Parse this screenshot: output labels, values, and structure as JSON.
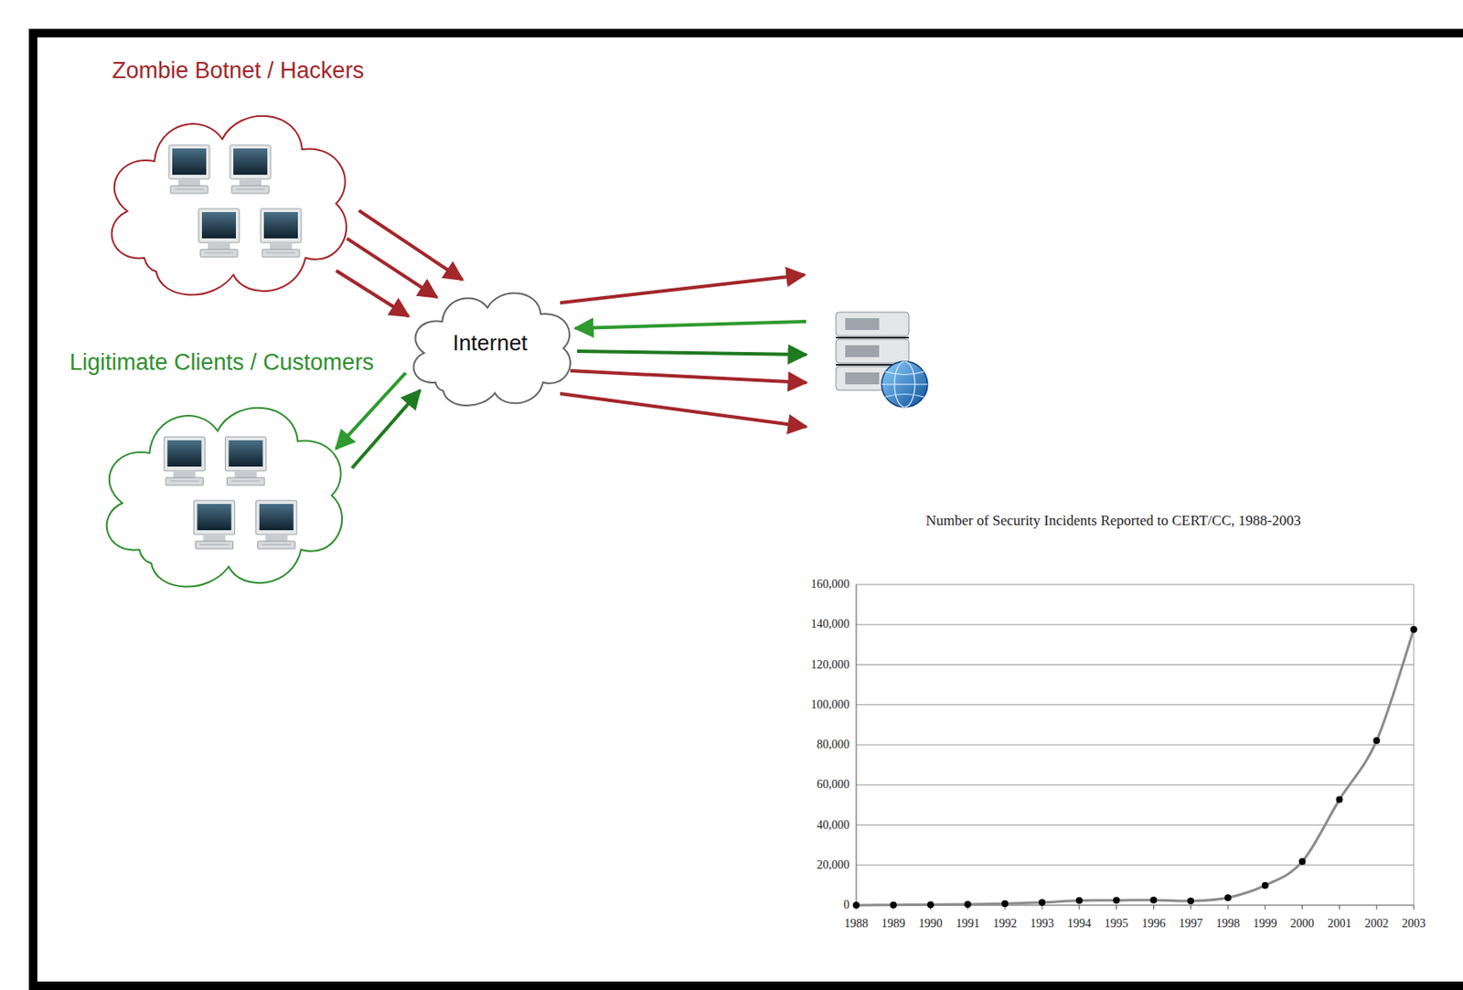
{
  "diagram": {
    "nodes": [
      {
        "text": [
          "Zombie Botnet / Hackers"
        ]
      },
      {
        "text": [
          "Ligitimate Clients / Customers"
        ]
      },
      {
        "text": [
          "Internet"
        ]
      }
    ],
    "edges": [
      {
        "from": 0,
        "to": 2,
        "arrow": "to"
      },
      {
        "from": 0,
        "to": 2,
        "arrow": "to"
      },
      {
        "from": 0,
        "to": 2,
        "arrow": "to"
      },
      {
        "from": 2,
        "to": 1,
        "arrow": "to"
      },
      {
        "from": 1,
        "to": 2,
        "arrow": "to"
      }
    ],
    "labels": [
      "Number of Security Incidents Reported to CERT/CC, 1988-2003",
      "160,000",
      "140,000",
      "120,000",
      "100,000",
      "80,000",
      "60,000",
      "40,000",
      "20,000",
      "0",
      "1988",
      "1989",
      "1990",
      "1991",
      "1992",
      "1993",
      "1994",
      "1995",
      "1996",
      "1997",
      "1998",
      "1999",
      "2000",
      "2001",
      "2002",
      "2003"
    ]
  }
}
